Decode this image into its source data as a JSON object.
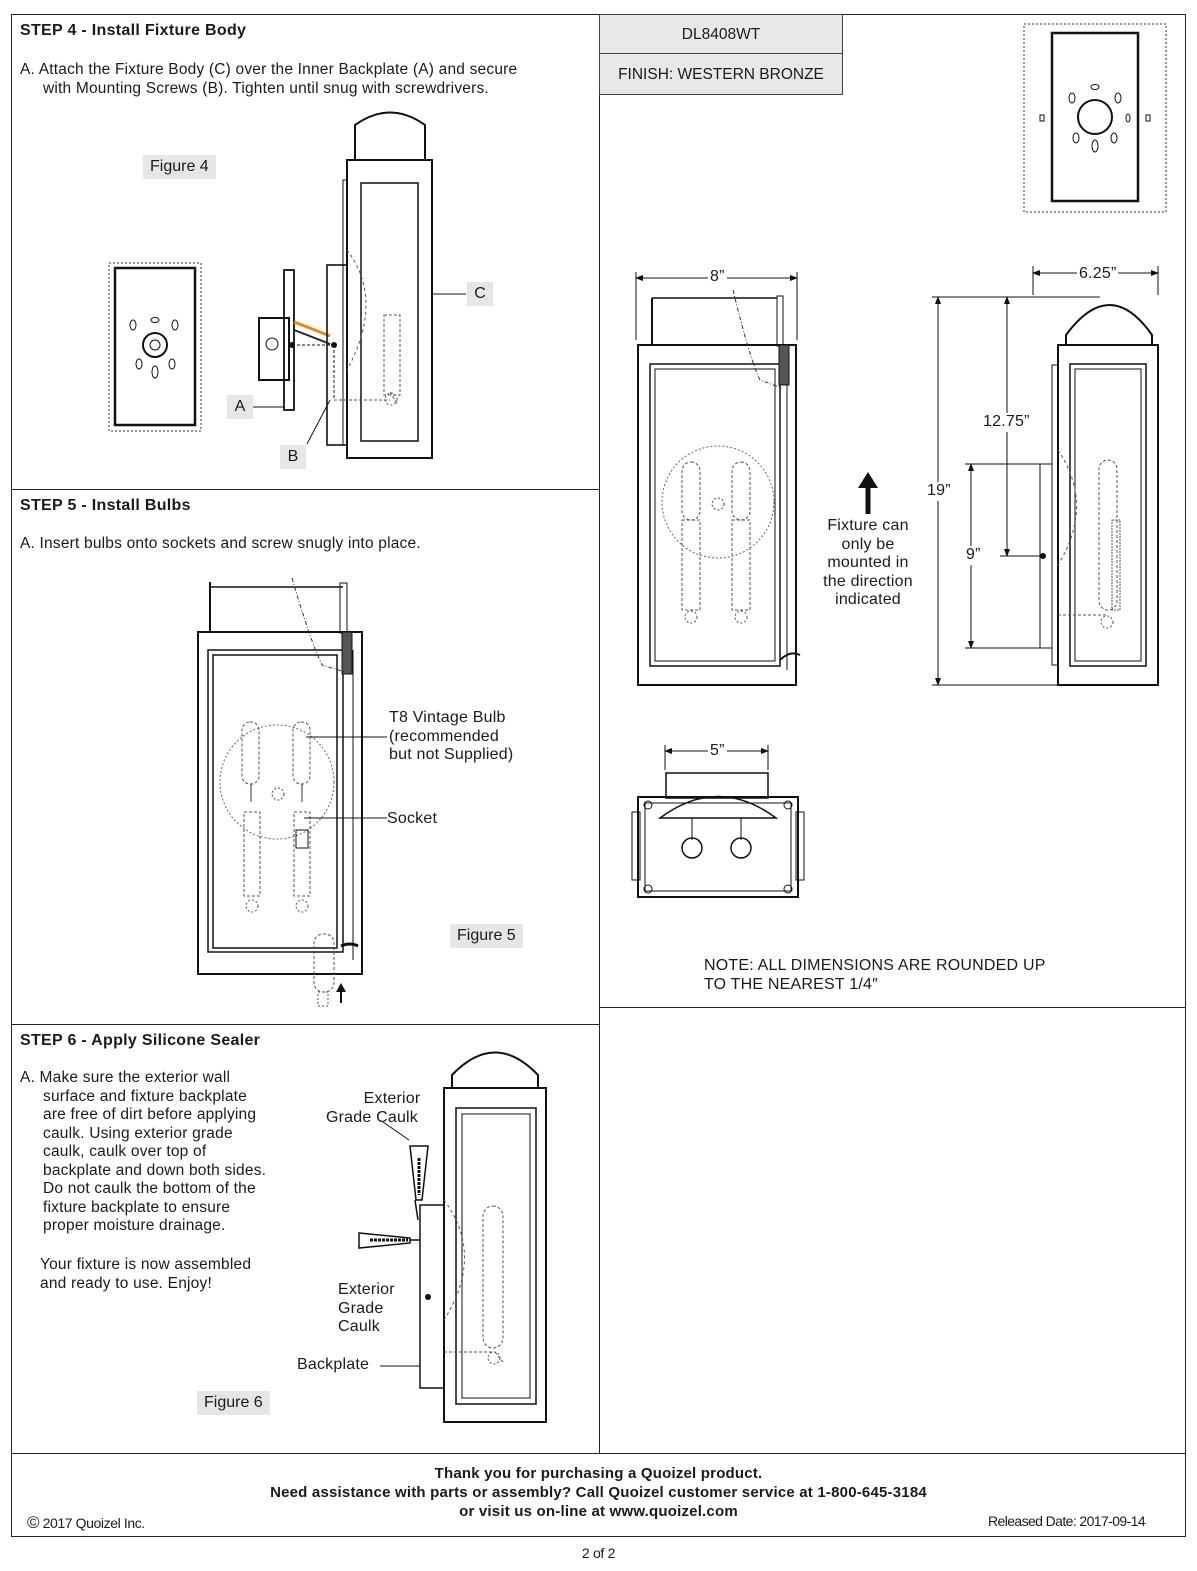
{
  "header": {
    "model": "DL8408WT",
    "finish": "FINISH: WESTERN BRONZE"
  },
  "step4": {
    "title": "STEP 4 - Install Fixture Body",
    "text_line1": "A. Attach the Fixture Body (C) over the Inner Backplate (A) and secure",
    "text_line2": "with Mounting Screws (B). Tighten until snug with screwdrivers.",
    "figure": "Figure 4",
    "callouts": {
      "a": "A",
      "b": "B",
      "c": "C"
    }
  },
  "step5": {
    "title": "STEP 5 - Install Bulbs",
    "text": "A. Insert bulbs onto sockets and screw snugly into place.",
    "bulb_label": [
      "T8 Vintage Bulb",
      "(recommended",
      "but not Supplied)"
    ],
    "socket_label": "Socket",
    "figure": "Figure 5"
  },
  "step6": {
    "title": "STEP 6 - Apply Silicone Sealer",
    "text_lines": [
      "A. Make sure the exterior wall",
      "surface and fixture backplate",
      "are free of dirt before applying",
      "caulk. Using exterior grade",
      "caulk, caulk over top of",
      "backplate and down both sides.",
      "Do not caulk the bottom of the",
      "fixture backplate to ensure",
      "proper moisture drainage."
    ],
    "closing_lines": [
      "Your fixture is now assembled",
      "and ready to use. Enjoy!"
    ],
    "caulk_top": [
      "Exterior",
      "Grade Caulk"
    ],
    "caulk_side": [
      "Exterior",
      "Grade",
      "Caulk"
    ],
    "backplate_label": "Backplate",
    "figure": "Figure 6"
  },
  "dimensions": {
    "width_front": "8”",
    "depth": "6.25”",
    "height_total": "19”",
    "height_mount": "12.75”",
    "height_plate": "9”",
    "width_top": "5”",
    "mount_note": [
      "Fixture can",
      "only be",
      "mounted in",
      "the direction",
      "indicated"
    ],
    "rounding_note_1": "NOTE:  ALL DIMENSIONS ARE ROUNDED UP",
    "rounding_note_2": "TO THE NEAREST  1/4″"
  },
  "footer": {
    "thanks": "Thank you for purchasing a Quoizel product.",
    "assist": "Need assistance with parts or assembly? Call Quoizel customer service at 1-800-645-3184",
    "visit": "or visit us on-line at www.quoizel.com",
    "copyright_symbol": "©",
    "copyright": "2017  Quoizel Inc.",
    "released": "Released Date: 2017-09-14",
    "page": "2 of 2"
  }
}
